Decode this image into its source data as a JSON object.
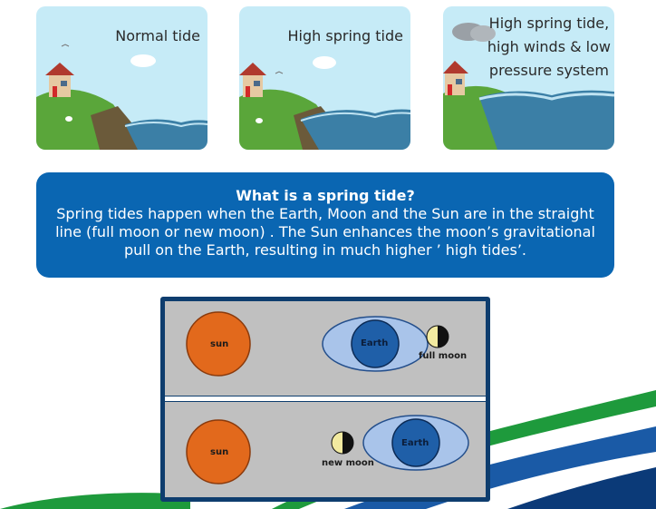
{
  "panels": [
    {
      "title_lines": [
        "Normal tide"
      ]
    },
    {
      "title_lines": [
        "High spring tide"
      ]
    },
    {
      "title_lines": [
        "High spring tide,",
        "high winds & low",
        "pressure system"
      ]
    }
  ],
  "info": {
    "question": "What is a spring tide?",
    "answer": "Spring tides happen when the Earth, Moon and the Sun are in the straight line (full moon or new moon) . The Sun enhances the moon’s gravitational pull on the Earth, resulting in much higher ’ high tides’."
  },
  "diagram": {
    "top": {
      "sun_label": "sun",
      "earth_label": "Earth",
      "moon_label": "full moon"
    },
    "bottom": {
      "sun_label": "sun",
      "earth_label": "Earth",
      "moon_label": "new moon"
    }
  },
  "colors": {
    "info_bg": "#0a66b2",
    "sun": "#e2691c",
    "earth": "#1f5fa8",
    "earth_halo": "#a9c4ea",
    "diagram_frame": "#0e3d6e",
    "diagram_bg": "#c0c0c0",
    "sea": "#3b7fa6",
    "grass": "#5aa63a"
  }
}
